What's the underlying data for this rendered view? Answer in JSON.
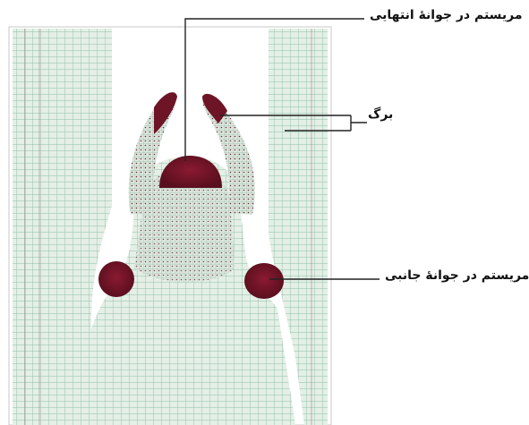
{
  "labels": {
    "apical_meristem": "مریستم در جوانهٔ انتهایی",
    "leaf": "برگ",
    "lateral_meristem": "مریستم در جوانهٔ جانبی"
  },
  "colors": {
    "background": "#ffffff",
    "tissue_fill": "#e4efe6",
    "cell_line": "#8fbfa8",
    "meristem": "#7a1428",
    "meristem_dark": "#5a0f1e",
    "leader_line": "#222222"
  }
}
